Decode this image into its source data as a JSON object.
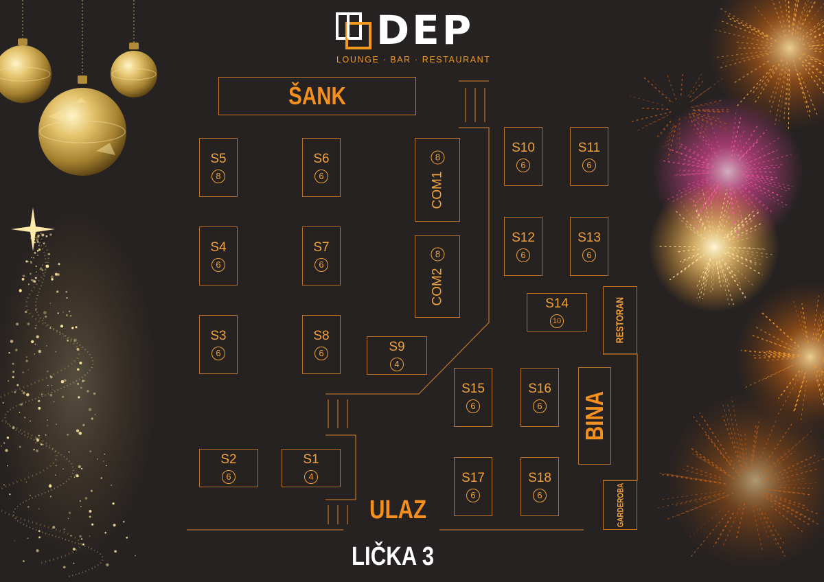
{
  "brand": {
    "name": "DEP",
    "tagline": "LOUNGE · BAR · RESTAURANT"
  },
  "bar_label": "ŠANK",
  "tables": [
    {
      "id": "S5",
      "seats": "8"
    },
    {
      "id": "S6",
      "seats": "6"
    },
    {
      "id": "COM1",
      "seats": "8"
    },
    {
      "id": "S10",
      "seats": "6"
    },
    {
      "id": "S11",
      "seats": "6"
    },
    {
      "id": "S4",
      "seats": "6"
    },
    {
      "id": "S7",
      "seats": "6"
    },
    {
      "id": "COM2",
      "seats": "8"
    },
    {
      "id": "S12",
      "seats": "6"
    },
    {
      "id": "S13",
      "seats": "6"
    },
    {
      "id": "S14",
      "seats": "10"
    },
    {
      "id": "S3",
      "seats": "6"
    },
    {
      "id": "S8",
      "seats": "6"
    },
    {
      "id": "S9",
      "seats": "4"
    },
    {
      "id": "S15",
      "seats": "6"
    },
    {
      "id": "S16",
      "seats": "6"
    },
    {
      "id": "S2",
      "seats": "6"
    },
    {
      "id": "S1",
      "seats": "4"
    },
    {
      "id": "S17",
      "seats": "6"
    },
    {
      "id": "S18",
      "seats": "6"
    }
  ],
  "areas": {
    "restaurant": "RESTORAN",
    "stage": "BINA",
    "cloakroom": "GARDEROBA",
    "entrance": "ULAZ"
  },
  "address": "LIČKA 3",
  "colors": {
    "background": "#262222",
    "accent": "#f5901f",
    "outline": "#b8702a",
    "text_light": "#ffffff"
  }
}
